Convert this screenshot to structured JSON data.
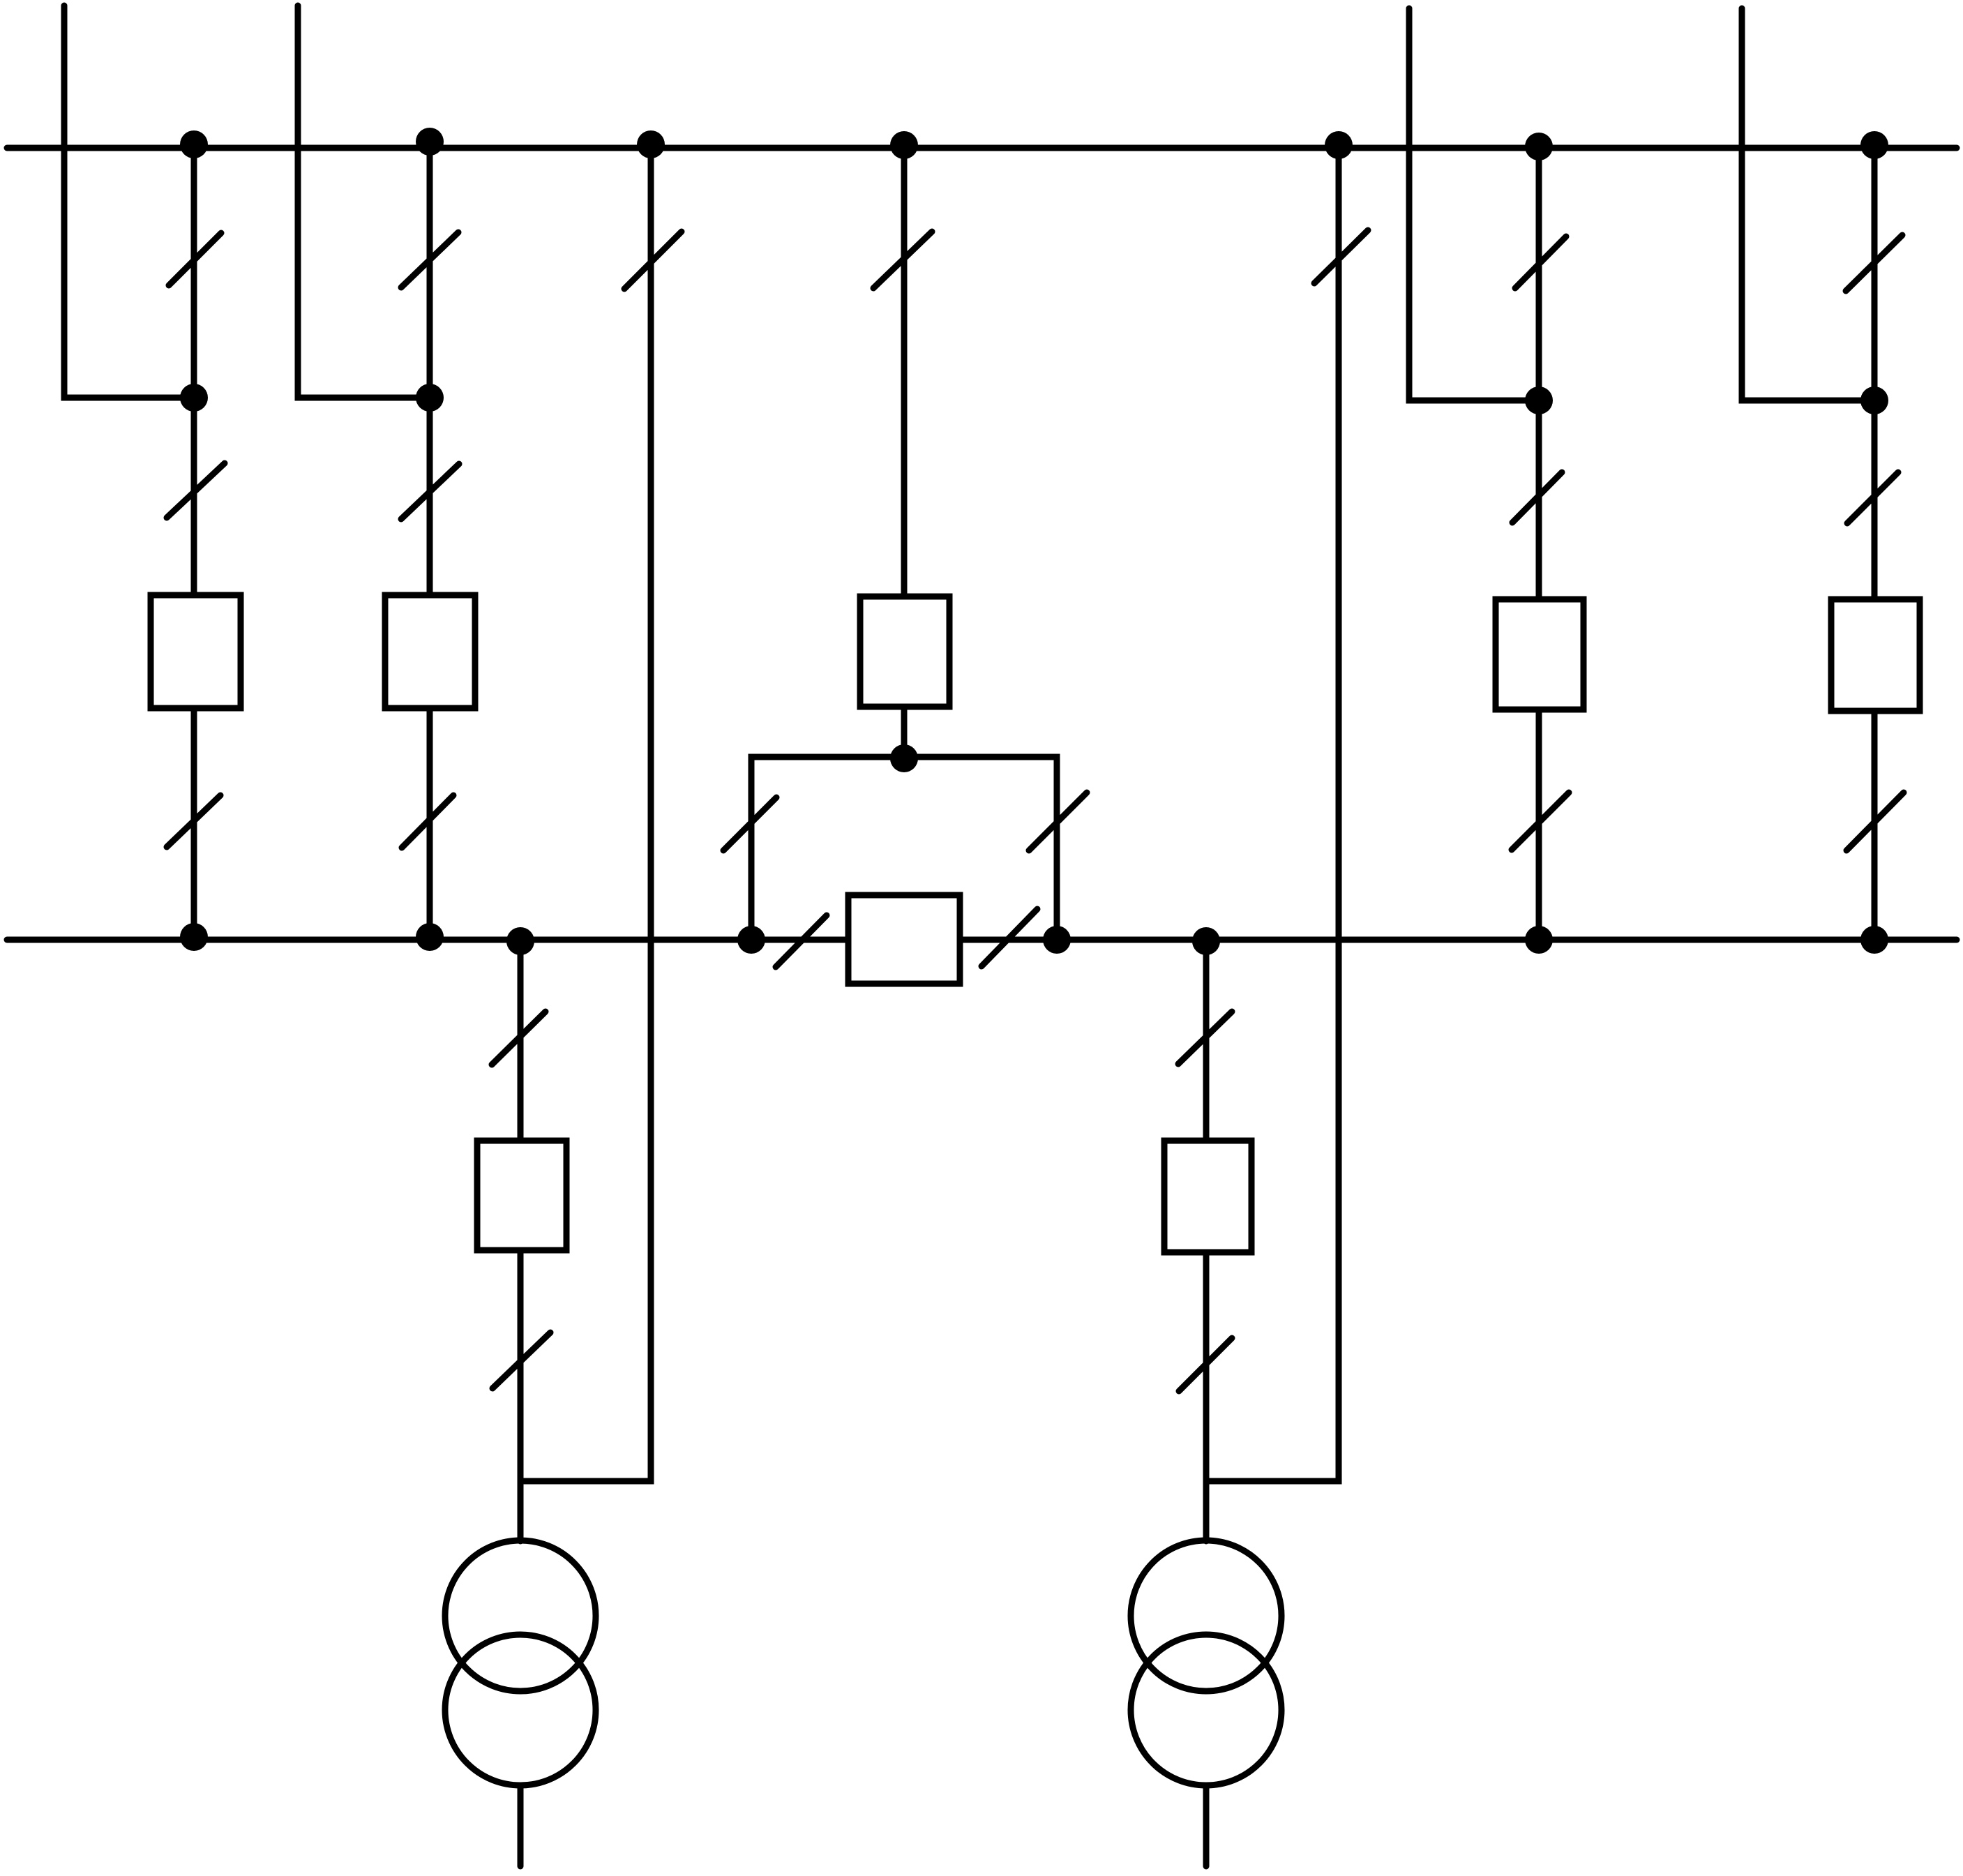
{
  "diagram": {
    "kind": "single-line electrical switchgear schematic",
    "colors": {
      "line": "#000000",
      "background": "#ffffff"
    },
    "busbars": [
      "upper-busbar",
      "lower-busbar"
    ],
    "feeder_bays": 4,
    "coupler_bays": 1,
    "transformer_bays": 2,
    "symbols": [
      "disconnector",
      "circuit-breaker",
      "junction-dot",
      "two-winding-transformer"
    ]
  }
}
